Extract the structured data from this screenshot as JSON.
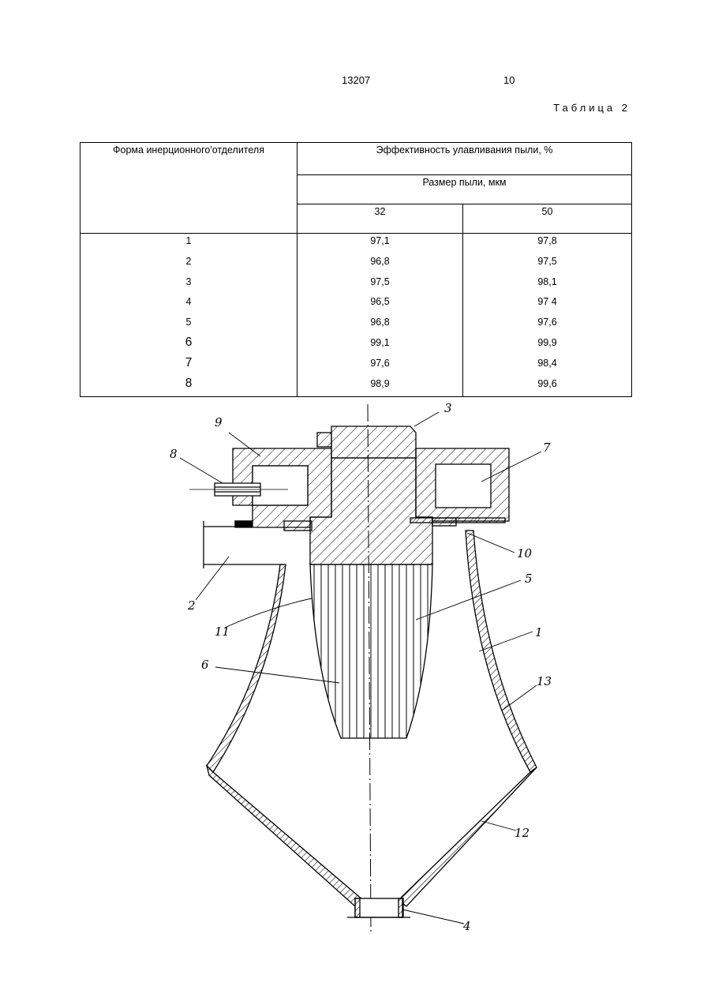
{
  "header": {
    "patent_number": "13207",
    "page_number": "10",
    "table_caption": "Таблица 2"
  },
  "table": {
    "col_form": "Форма инерционного'отделителя",
    "col_efficiency": "Эффективность улавливания пыли, %",
    "col_size": "Размер пыли, мкм",
    "sizes": [
      "32",
      "50"
    ],
    "rows": [
      {
        "form": "1",
        "v32": "97,1",
        "v50": "97,8"
      },
      {
        "form": "2",
        "v32": "96,8",
        "v50": "97,5"
      },
      {
        "form": "3",
        "v32": "97,5",
        "v50": "98,1"
      },
      {
        "form": "4",
        "v32": "96,5",
        "v50": "97 4"
      },
      {
        "form": "5",
        "v32": "96,8",
        "v50": "97,6"
      },
      {
        "form": "6",
        "v32": "99,1",
        "v50": "99,9"
      },
      {
        "form": "7",
        "v32": "97,6",
        "v50": "98,4"
      },
      {
        "form": "8",
        "v32": "98,9",
        "v50": "99,6"
      }
    ]
  },
  "figure": {
    "labels": [
      "1",
      "2",
      "3",
      "4",
      "5",
      "6",
      "7",
      "8",
      "9",
      "10",
      "11",
      "12",
      "13"
    ]
  }
}
